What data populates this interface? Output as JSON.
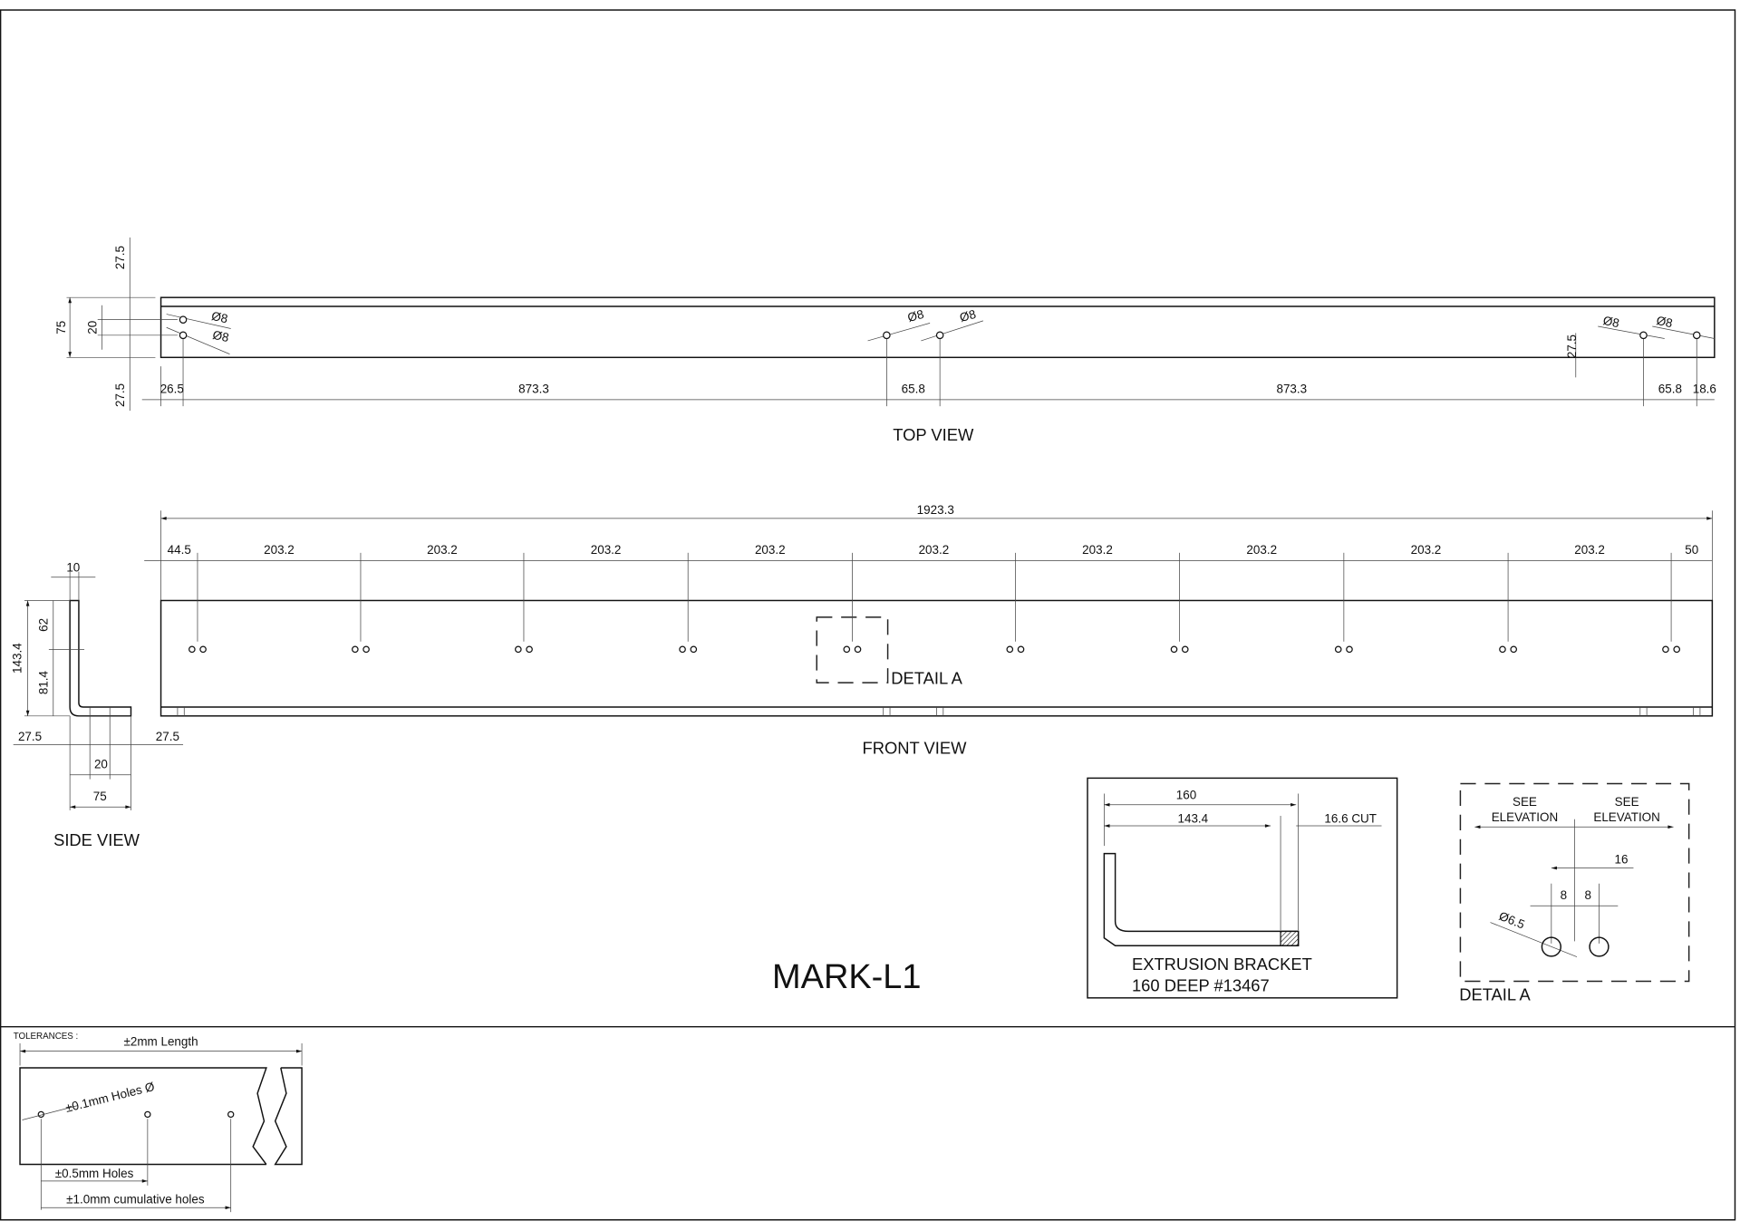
{
  "title": "MARK-L1",
  "top_view": {
    "label": "TOP VIEW",
    "dim_27_5_top": "27.5",
    "dim_75": "75",
    "dim_20": "20",
    "dim_27_5_bottom": "27.5",
    "dim_27_5_right": "27.5",
    "hole_labels": [
      "Ø8",
      "Ø8",
      "Ø8",
      "Ø8",
      "Ø8",
      "Ø8"
    ],
    "bottom_dims": [
      "26.5",
      "873.3",
      "65.8",
      "873.3",
      "65.8",
      "18.6"
    ]
  },
  "front_view": {
    "label": "FRONT VIEW",
    "overall": "1923.3",
    "segments": [
      "44.5",
      "203.2",
      "203.2",
      "203.2",
      "203.2",
      "203.2",
      "203.2",
      "203.2",
      "203.2",
      "203.2",
      "50"
    ],
    "detail_label": "DETAIL A"
  },
  "side_view": {
    "label": "SIDE VIEW",
    "dims": {
      "thickness": "10",
      "height": "143.4",
      "upper": "62",
      "lower": "81.4",
      "left": "27.5",
      "right": "27.5",
      "hole_spacing": "20",
      "width": "75"
    }
  },
  "extrusion": {
    "dim_total": "160",
    "dim_part": "143.4",
    "dim_cut": "16.6 CUT",
    "line1": "EXTRUSION BRACKET",
    "line2": "160 DEEP #13467"
  },
  "detail_a": {
    "label": "DETAIL A",
    "see1a": "SEE",
    "see1b": "ELEVATION",
    "see2a": "SEE",
    "see2b": "ELEVATION",
    "dim_16": "16",
    "dim_8a": "8",
    "dim_8b": "8",
    "dia": "Ø6.5"
  },
  "tolerances": {
    "heading": "TOLERANCES :",
    "length": "±2mm Length",
    "hole_dia": "±0.1mm Holes Ø",
    "holes": "±0.5mm Holes",
    "cumulative": "±1.0mm cumulative holes"
  }
}
